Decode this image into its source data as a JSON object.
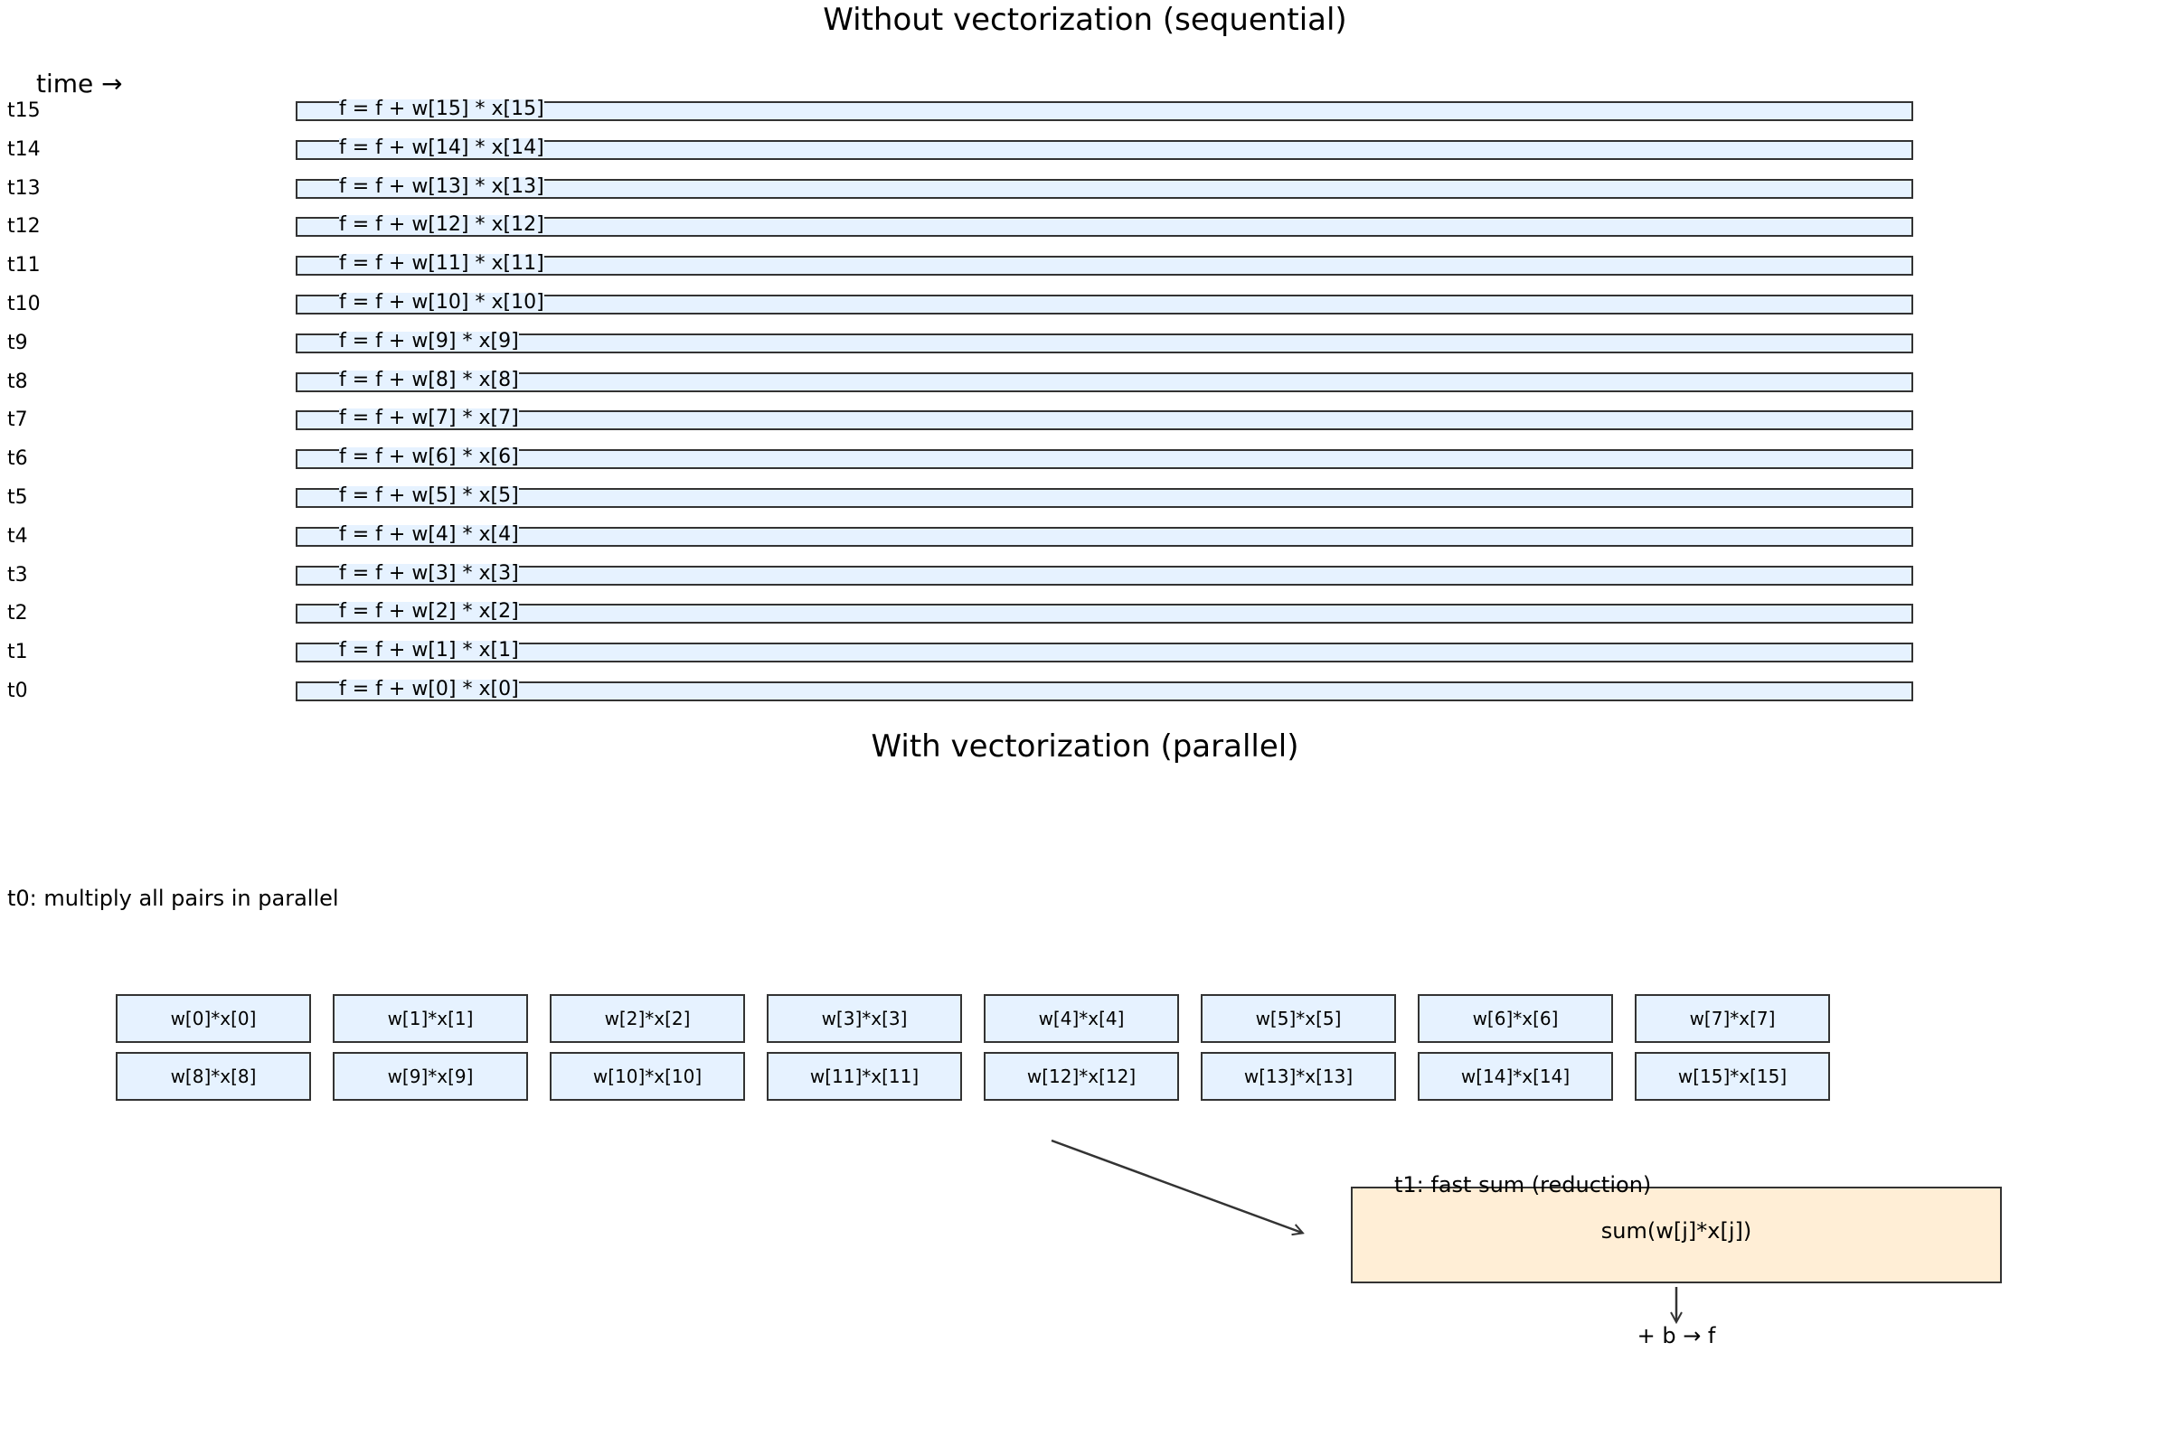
{
  "top_title": "Without vectorization (sequential)",
  "time_axis_label": "time →",
  "sequential_steps": [
    {
      "t": "t15",
      "op": "f = f + w[15] * x[15]"
    },
    {
      "t": "t14",
      "op": "f = f + w[14] * x[14]"
    },
    {
      "t": "t13",
      "op": "f = f + w[13] * x[13]"
    },
    {
      "t": "t12",
      "op": "f = f + w[12] * x[12]"
    },
    {
      "t": "t11",
      "op": "f = f + w[11] * x[11]"
    },
    {
      "t": "t10",
      "op": "f = f + w[10] * x[10]"
    },
    {
      "t": "t9",
      "op": "f = f + w[9] * x[9]"
    },
    {
      "t": "t8",
      "op": "f = f + w[8] * x[8]"
    },
    {
      "t": "t7",
      "op": "f = f + w[7] * x[7]"
    },
    {
      "t": "t6",
      "op": "f = f + w[6] * x[6]"
    },
    {
      "t": "t5",
      "op": "f = f + w[5] * x[5]"
    },
    {
      "t": "t4",
      "op": "f = f + w[4] * x[4]"
    },
    {
      "t": "t3",
      "op": "f = f + w[3] * x[3]"
    },
    {
      "t": "t2",
      "op": "f = f + w[2] * x[2]"
    },
    {
      "t": "t1",
      "op": "f = f + w[1] * x[1]"
    },
    {
      "t": "t0",
      "op": "f = f + w[0] * x[0]"
    }
  ],
  "bottom_title": "With vectorization (parallel)",
  "parallel_step_label": "t0: multiply all pairs in parallel",
  "products_row1": [
    "w[0]*x[0]",
    "w[1]*x[1]",
    "w[2]*x[2]",
    "w[3]*x[3]",
    "w[4]*x[4]",
    "w[5]*x[5]",
    "w[6]*x[6]",
    "w[7]*x[7]"
  ],
  "products_row2": [
    "w[8]*x[8]",
    "w[9]*x[9]",
    "w[10]*x[10]",
    "w[11]*x[11]",
    "w[12]*x[12]",
    "w[13]*x[13]",
    "w[14]*x[14]",
    "w[15]*x[15]"
  ],
  "reduction_label": "t1: fast sum (reduction)",
  "reduction_expr": "sum(w[j]*x[j])",
  "result_label": "+ b → f",
  "colors": {
    "bar_fill": "#e6f2ff",
    "reduce_fill": "#ffeed6",
    "border": "#333333"
  }
}
